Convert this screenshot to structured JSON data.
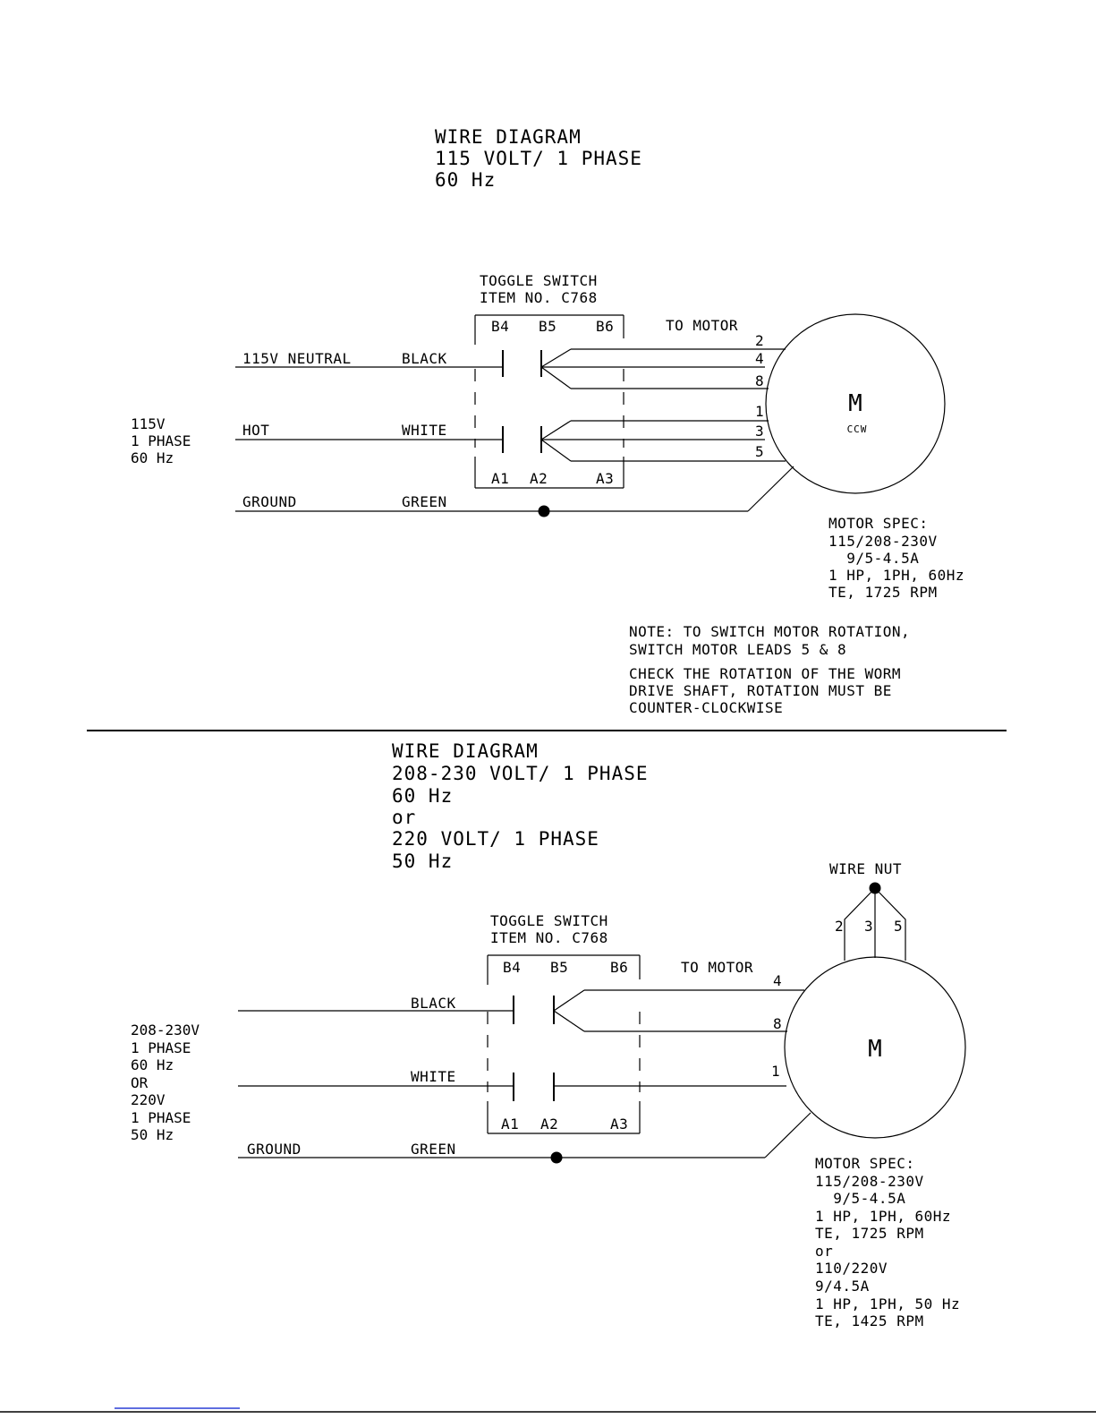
{
  "diagram1": {
    "title": [
      "WIRE DIAGRAM",
      "115 VOLT/ 1 PHASE",
      "60 Hz"
    ],
    "switch_title": [
      "TOGGLE SWITCH",
      "ITEM NO. C768"
    ],
    "terminals_top": [
      "B4",
      "B5",
      "B6"
    ],
    "terminals_bottom": [
      "A1",
      "A2",
      "A3"
    ],
    "to_motor": "TO MOTOR",
    "supply": [
      "115V",
      "1 PHASE",
      "60 Hz"
    ],
    "wires": {
      "neutral": "115V NEUTRAL",
      "black": "BLACK",
      "hot": "HOT",
      "white": "WHITE",
      "ground": "GROUND",
      "green": "GREEN"
    },
    "leads": [
      "2",
      "4",
      "8",
      "1",
      "3",
      "5"
    ],
    "motor_label": "M",
    "motor_rotation": "CCW",
    "motor_spec": [
      "MOTOR SPEC:",
      "115/208-230V",
      "  9/5-4.5A",
      "1 HP, 1PH, 60Hz",
      "TE, 1725 RPM"
    ],
    "note": [
      "NOTE: TO SWITCH MOTOR ROTATION,",
      "SWITCH MOTOR LEADS 5 & 8"
    ],
    "check": [
      "CHECK THE ROTATION OF THE WORM",
      "DRIVE SHAFT, ROTATION MUST BE",
      "COUNTER-CLOCKWISE"
    ]
  },
  "diagram2": {
    "title": [
      "WIRE DIAGRAM",
      "208-230 VOLT/ 1 PHASE",
      "60 Hz",
      "or",
      "220 VOLT/ 1 PHASE",
      "50 Hz"
    ],
    "switch_title": [
      "TOGGLE SWITCH",
      "ITEM NO. C768"
    ],
    "terminals_top": [
      "B4",
      "B5",
      "B6"
    ],
    "terminals_bottom": [
      "A1",
      "A2",
      "A3"
    ],
    "to_motor": "TO MOTOR",
    "wire_nut": "WIRE NUT",
    "nut_leads": [
      "2",
      "3",
      "5"
    ],
    "supply": [
      "208-230V",
      "1 PHASE",
      "60 Hz",
      "OR",
      "220V",
      "1 PHASE",
      "50 Hz"
    ],
    "wires": {
      "black": "BLACK",
      "white": "WHITE",
      "ground": "GROUND",
      "green": "GREEN"
    },
    "leads": [
      "4",
      "8",
      "1"
    ],
    "motor_label": "M",
    "motor_spec": [
      "MOTOR SPEC:",
      "115/208-230V",
      "  9/5-4.5A",
      "1 HP, 1PH, 60Hz",
      "TE, 1725 RPM",
      "or",
      "110/220V",
      "9/4.5A",
      "1 HP, 1PH, 50 Hz",
      "TE, 1425 RPM"
    ]
  }
}
